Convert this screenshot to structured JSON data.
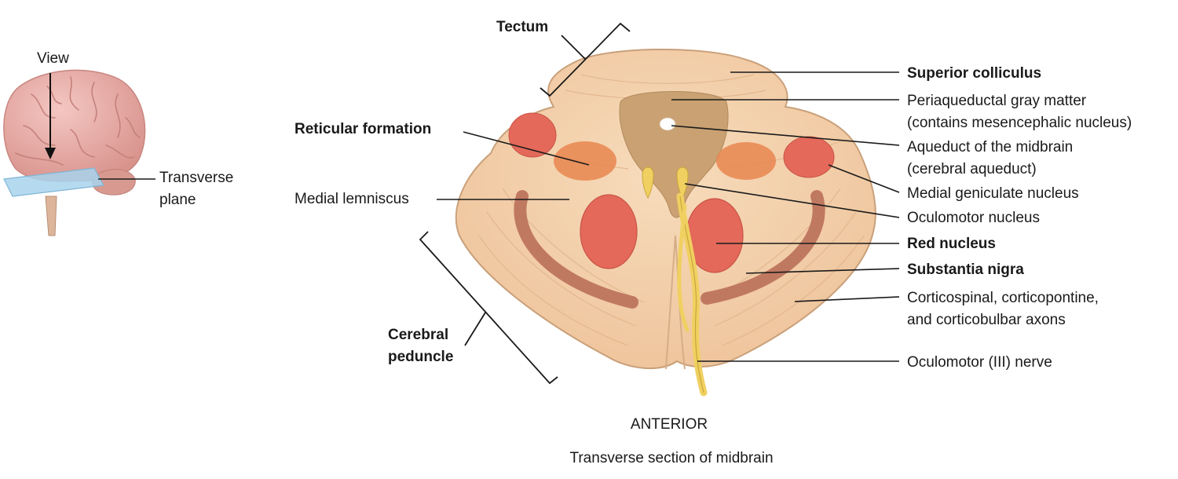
{
  "inset": {
    "view_label": "View",
    "plane_label_line1": "Transverse",
    "plane_label_line2": "plane"
  },
  "labels": {
    "tectum": "Tectum",
    "reticular_formation": "Reticular formation",
    "medial_lemniscus": "Medial lemniscus",
    "cerebral_peduncle_line1": "Cerebral",
    "cerebral_peduncle_line2": "peduncle",
    "superior_colliculus": "Superior colliculus",
    "periaqueductal_line1": "Periaqueductal gray matter",
    "periaqueductal_line2": "(contains mesencephalic nucleus)",
    "aqueduct_line1": "Aqueduct of the midbrain",
    "aqueduct_line2": "(cerebral aqueduct)",
    "medial_geniculate": "Medial geniculate nucleus",
    "oculomotor_nucleus": "Oculomotor nucleus",
    "red_nucleus": "Red nucleus",
    "substantia_nigra": "Substantia nigra",
    "corticospinal_line1": "Corticospinal, corticopontine,",
    "corticospinal_line2": "and corticobulbar axons",
    "oculomotor_nerve": "Oculomotor (III) nerve"
  },
  "orientation": "ANTERIOR",
  "caption": "Transverse section of midbrain",
  "colors": {
    "tissue": "#f2cfa6",
    "periaqueductal": "#c9a172",
    "red_nucleus": "#e4695a",
    "substantia_nigra": "#b76a55",
    "nerve": "#f0d060",
    "brain": "#eab0ab",
    "plane": "#a8d4ec"
  }
}
